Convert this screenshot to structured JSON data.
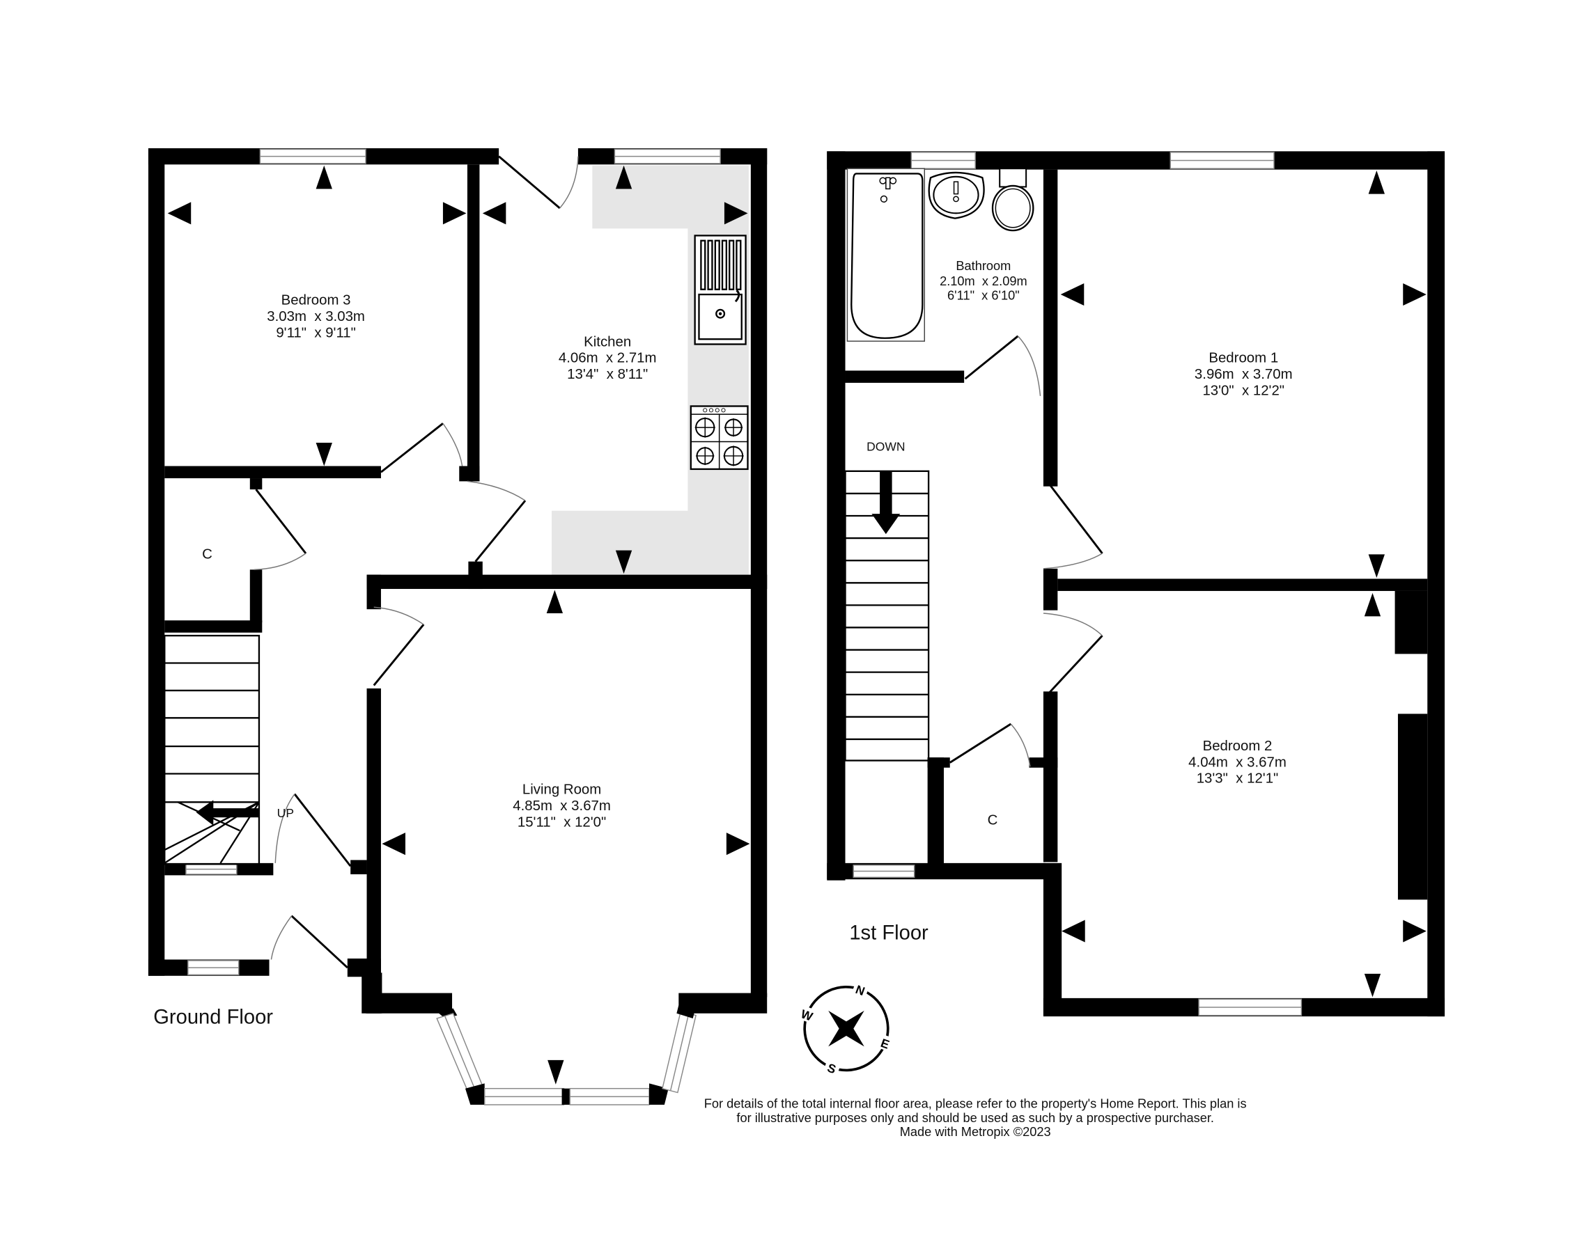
{
  "plan": {
    "ground_floor": {
      "label": "Ground Floor",
      "rooms": [
        {
          "name": "Bedroom 3",
          "metric": "3.03m  x 3.03m",
          "imperial": "9'11\"  x 9'11\""
        },
        {
          "name": "Kitchen",
          "metric": "4.06m  x 2.71m",
          "imperial": "13'4\"  x 8'11\""
        },
        {
          "name": "Living Room",
          "metric": "4.85m  x 3.67m",
          "imperial": "15'11\"  x 12'0\""
        }
      ],
      "cupboard_label": "C",
      "stairs_label": "UP"
    },
    "first_floor": {
      "label": "1st Floor",
      "rooms": [
        {
          "name": "Bathroom",
          "metric": "2.10m  x 2.09m",
          "imperial": "6'11\"  x 6'10\""
        },
        {
          "name": "Bedroom 1",
          "metric": "3.96m  x 3.70m",
          "imperial": "13'0\"  x 12'2\""
        },
        {
          "name": "Bedroom 2",
          "metric": "4.04m  x 3.67m",
          "imperial": "13'3\"  x 12'1\""
        }
      ],
      "cupboard_label": "C",
      "stairs_label": "DOWN"
    },
    "compass": {
      "n": "N",
      "e": "E",
      "s": "S",
      "w": "W"
    },
    "footer": {
      "line1": "For details of the total internal floor area, please refer to the property's Home Report. This plan is",
      "line2": "for illustrative purposes only and should be used as such by a prospective purchaser.",
      "line3": "Made with Metropix ©2023"
    },
    "colors": {
      "wall": "#000000",
      "kitchen_worktop": "#e6e6e6",
      "window_frame": "#888888",
      "background": "#ffffff"
    }
  }
}
